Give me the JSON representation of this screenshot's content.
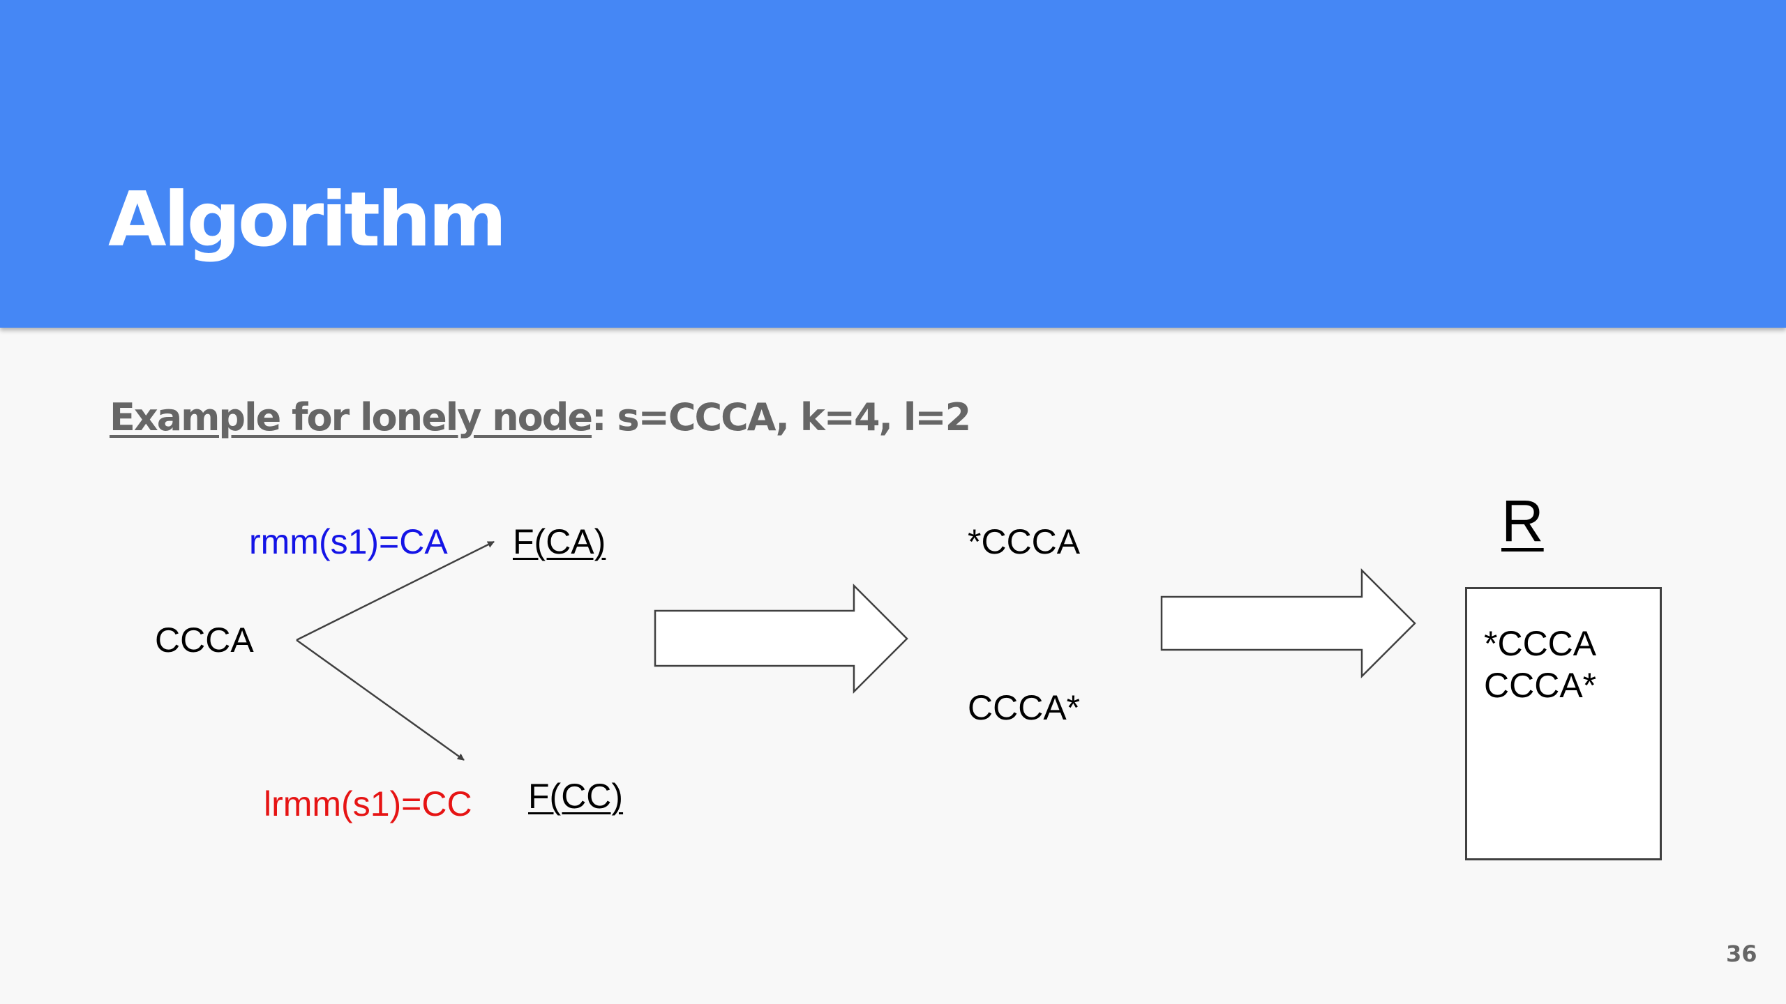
{
  "slide": {
    "title": "Algorithm",
    "subtitle_underlined": "Example for lonely node",
    "subtitle_rest": ": s=CCCA, k=4, l=2",
    "page_number": "36"
  },
  "diagram": {
    "input_string": "CCCA",
    "rmm_label": "rmm(s1)=CA",
    "lrmm_label": "lrmm(s1)=CC",
    "f_ca": "F(CA)",
    "f_cc": "F(CC)",
    "star_left": "*CCCA",
    "star_right": "CCCA*",
    "result_label": "R",
    "result_items": [
      "*CCCA",
      "CCCA*"
    ]
  },
  "colors": {
    "header": "#4587f5",
    "rmm": "#1414e6",
    "lrmm": "#e61414"
  }
}
